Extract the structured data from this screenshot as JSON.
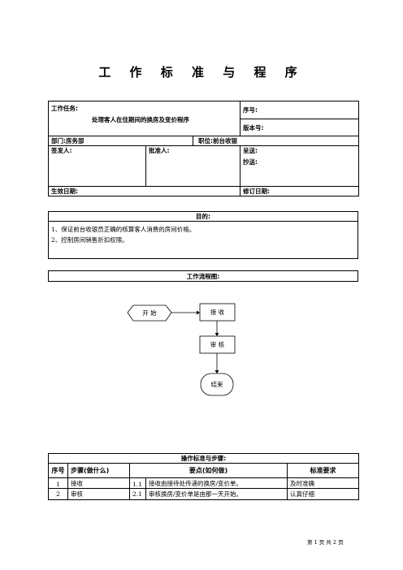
{
  "title": "工 作 标 准 与 程 序",
  "header": {
    "task_label": "工作任务:",
    "task_value": "处理客人在住期间的换房及变价程序",
    "seq_label": "序号:",
    "version_label": "版本号:",
    "dept": "部门:房务部",
    "position": "职位:前台收银",
    "issuer": "签发人:",
    "approver": "批准人:",
    "submit": "呈送:",
    "copy": "抄送:",
    "effective_date": "生效日期:",
    "revise_date": "修订日期:"
  },
  "purpose": {
    "title": "目的:",
    "lines": [
      "1、保证前台收银员正确的核算客人消费的房间价格。",
      "2、控制房间销售折扣权限。"
    ]
  },
  "flow": {
    "title": "工作流程图:",
    "start": "开 始",
    "step1": "接 收",
    "step2": "审 核",
    "end": "结束"
  },
  "steps": {
    "title": "操作标准与步骤:",
    "headers": [
      "序号",
      "步骤(做什么)",
      "要点(如何做)",
      "标准要求"
    ],
    "rows": [
      {
        "no": "1",
        "step": "接收",
        "sub": "1.1",
        "point": "接收由接待处传递的换房/变价单。",
        "req": "及时准确"
      },
      {
        "no": "2",
        "step": "审核",
        "sub": "2.1",
        "point": "审核换房/变价单是由那一天开始。",
        "req": "认真仔细"
      }
    ]
  },
  "footer": {
    "text": "第 1 页  共 2 页"
  }
}
